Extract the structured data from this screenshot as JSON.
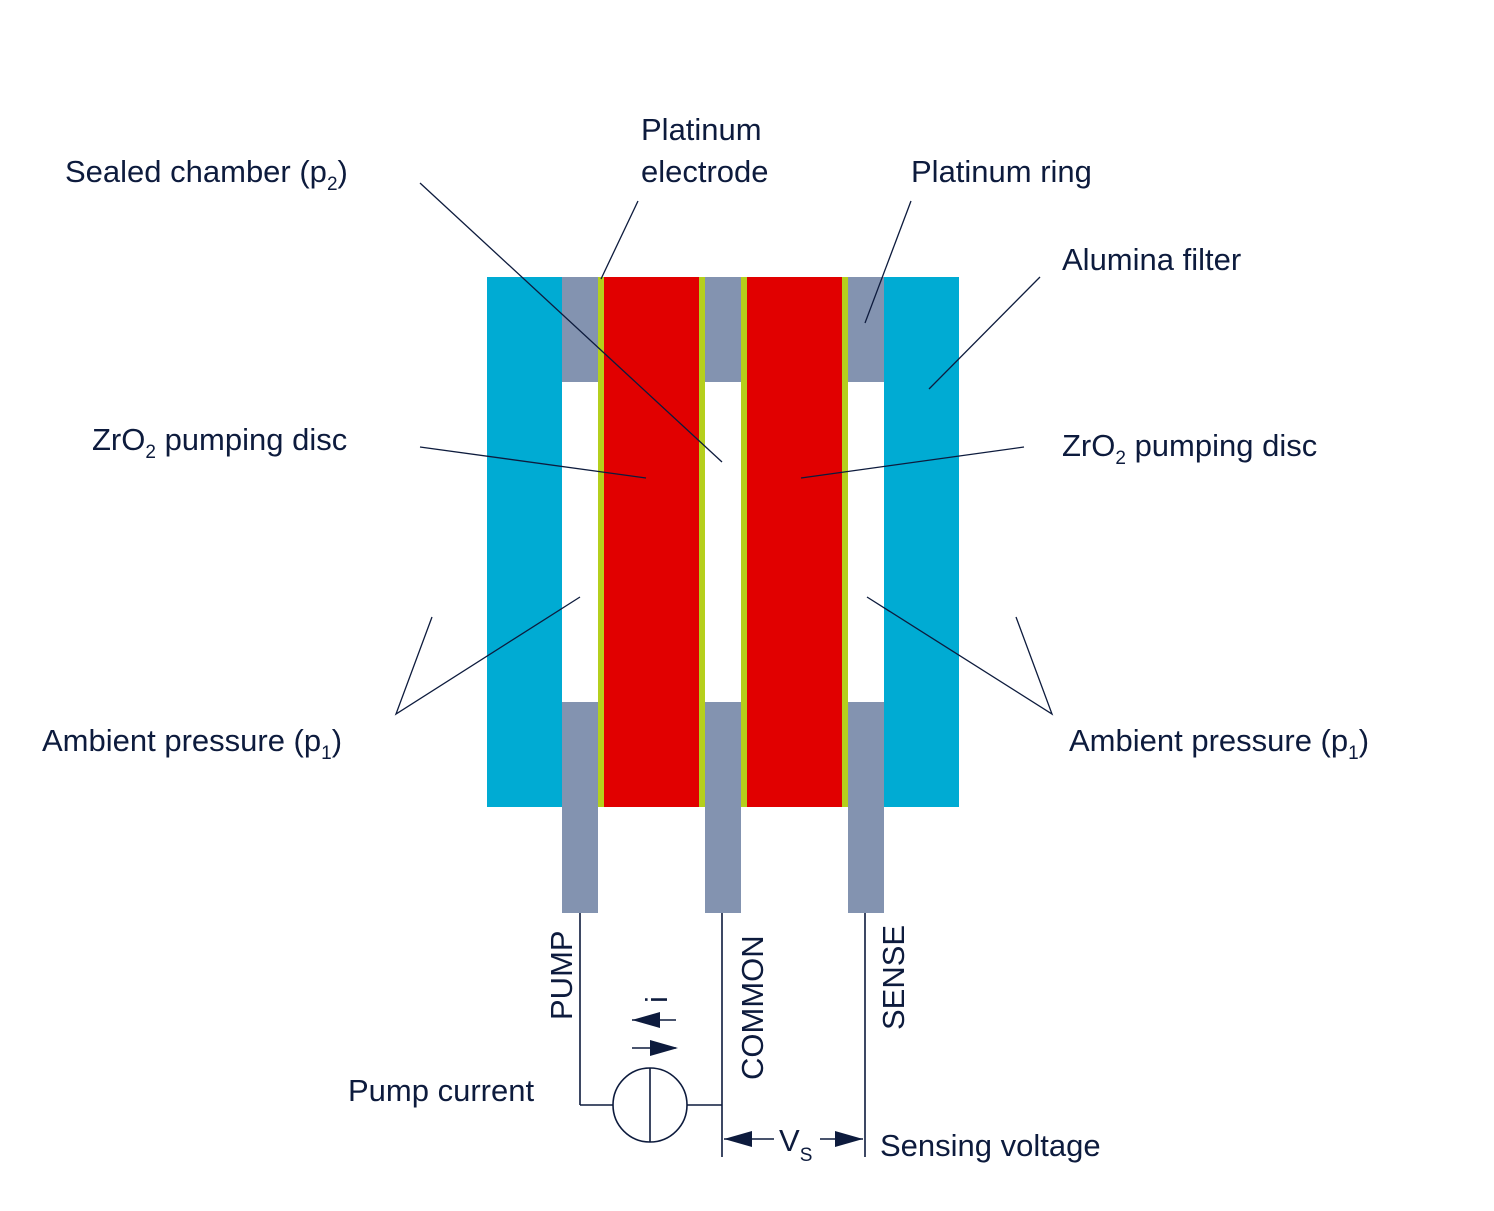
{
  "diagram": {
    "labels": {
      "sealed_chamber": "Sealed chamber (p",
      "sealed_chamber_sub": "2",
      "sealed_chamber_close": ")",
      "platinum_electrode_line1": "Platinum",
      "platinum_electrode_line2": "electrode",
      "platinum_ring": "Platinum ring",
      "alumina_filter": "Alumina filter",
      "zro2_left": "ZrO",
      "zro2_left_sub": "2",
      "zro2_left_rest": " pumping disc",
      "zro2_right": "ZrO",
      "zro2_right_sub": "2",
      "zro2_right_rest": " pumping disc",
      "ambient_left": "Ambient pressure (p",
      "ambient_left_sub": "1",
      "ambient_left_close": ")",
      "ambient_right": "Ambient pressure (p",
      "ambient_right_sub": "1",
      "ambient_right_close": ")",
      "pump": "PUMP",
      "common": "COMMON",
      "sense": "SENSE",
      "current_symbol": "i",
      "pump_current": "Pump current",
      "vs": "V",
      "vs_sub": "S",
      "sensing_voltage": "Sensing voltage"
    },
    "colors": {
      "alumina": "#00abd3",
      "zirconia": "#e10000",
      "platinum": "#8393b0",
      "electrode": "#b5cf1c",
      "ink": "#0d1b3d"
    }
  }
}
